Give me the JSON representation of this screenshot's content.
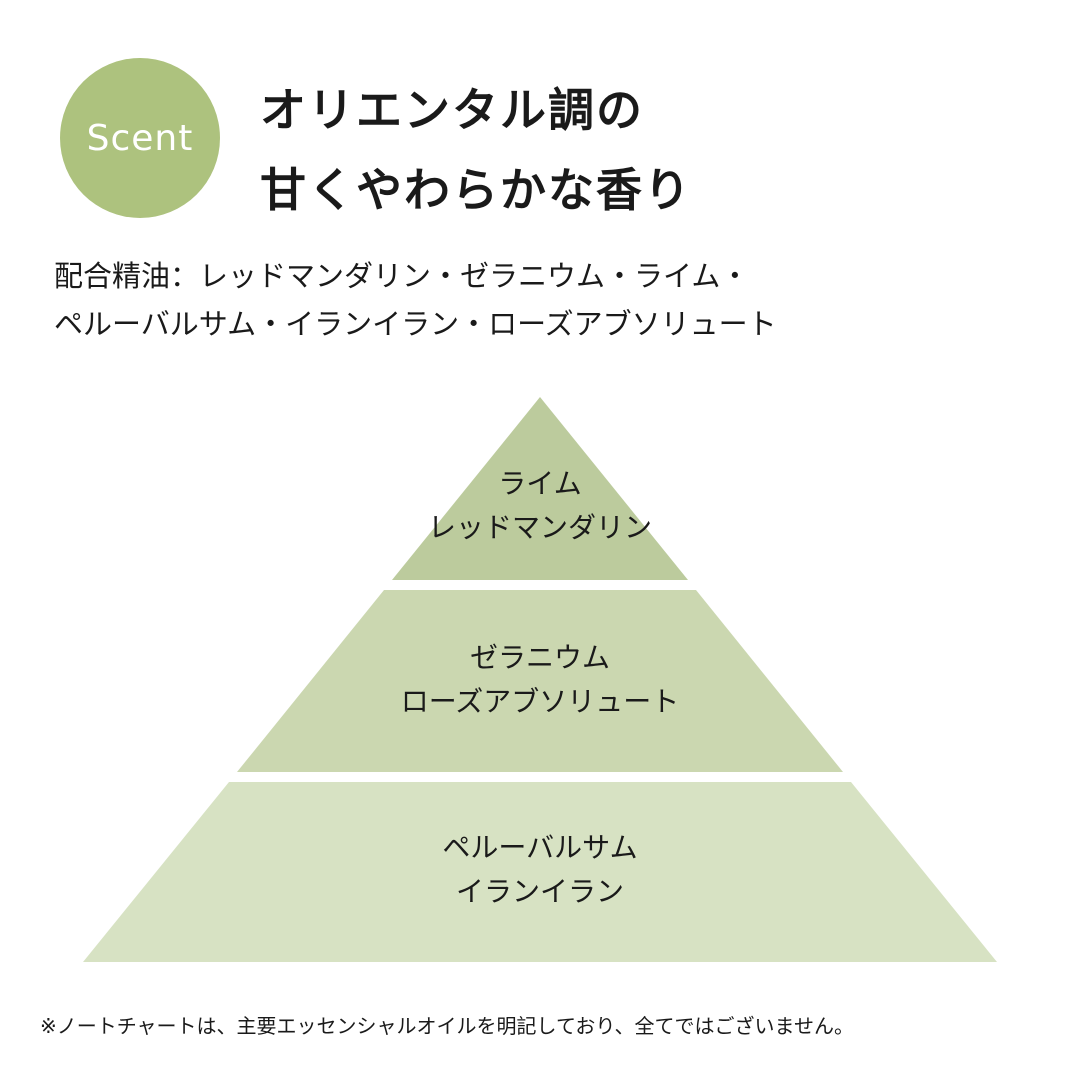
{
  "badge": {
    "label": "Scent",
    "color": "#adc27e"
  },
  "title": {
    "line1": "オリエンタル調の",
    "line2": "甘くやわらかな香り"
  },
  "oils": {
    "line1": "配合精油：レッドマンダリン・ゼラニウム・ライム・",
    "line2": "ペルーバルサム・イランイラン・ローズアブソリュート"
  },
  "pyramid": {
    "tiers": [
      {
        "line1": "ライム",
        "line2": "レッドマンダリン",
        "color": "#bccb9d"
      },
      {
        "line1": "ゼラニウム",
        "line2": "ローズアブソリュート",
        "color": "#cbd7b0"
      },
      {
        "line1": "ペルーバルサム",
        "line2": "イランイラン",
        "color": "#d7e2c3"
      }
    ]
  },
  "footnote": "※ノートチャートは、主要エッセンシャルオイルを明記しており、全てではございません。"
}
